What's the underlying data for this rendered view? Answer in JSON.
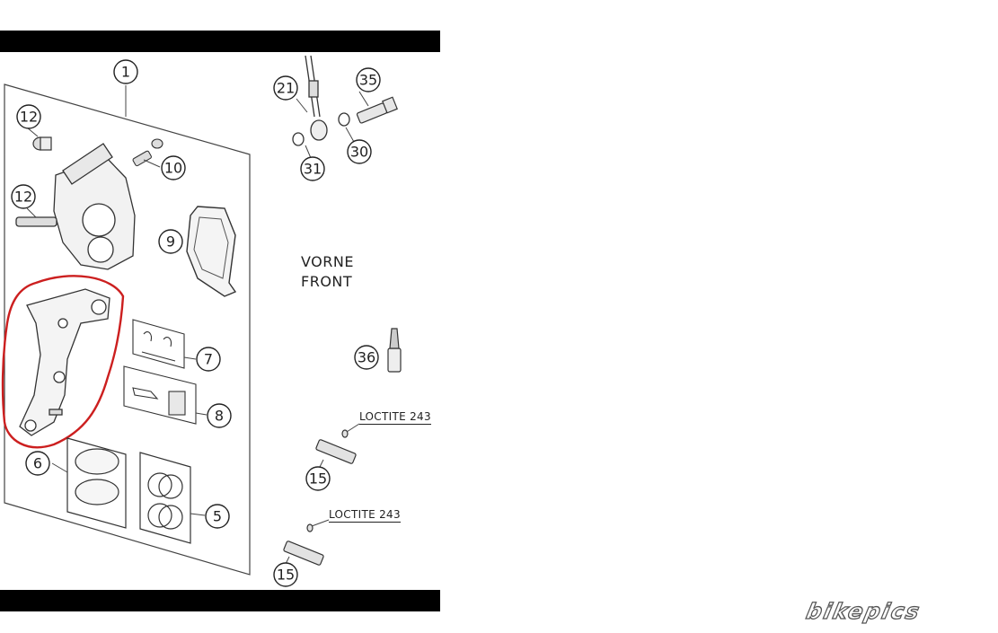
{
  "diagram": {
    "callouts": [
      {
        "id": "c1",
        "label": "1"
      },
      {
        "id": "c12a",
        "label": "12"
      },
      {
        "id": "c12b",
        "label": "12"
      },
      {
        "id": "c10",
        "label": "10"
      },
      {
        "id": "c9",
        "label": "9"
      },
      {
        "id": "c7",
        "label": "7"
      },
      {
        "id": "c8",
        "label": "8"
      },
      {
        "id": "c6",
        "label": "6"
      },
      {
        "id": "c5",
        "label": "5"
      },
      {
        "id": "c21",
        "label": "21"
      },
      {
        "id": "c35",
        "label": "35"
      },
      {
        "id": "c30",
        "label": "30"
      },
      {
        "id": "c31",
        "label": "31"
      },
      {
        "id": "c36",
        "label": "36"
      },
      {
        "id": "c15a",
        "label": "15"
      },
      {
        "id": "c15b",
        "label": "15"
      }
    ],
    "section_label_line1": "VORNE",
    "section_label_line2": "FRONT",
    "loctite_1": "LOCTITE 243",
    "loctite_2": "LOCTITE 243",
    "highlight_color": "#cc1f1f"
  },
  "watermark": {
    "text": "bikepics"
  }
}
